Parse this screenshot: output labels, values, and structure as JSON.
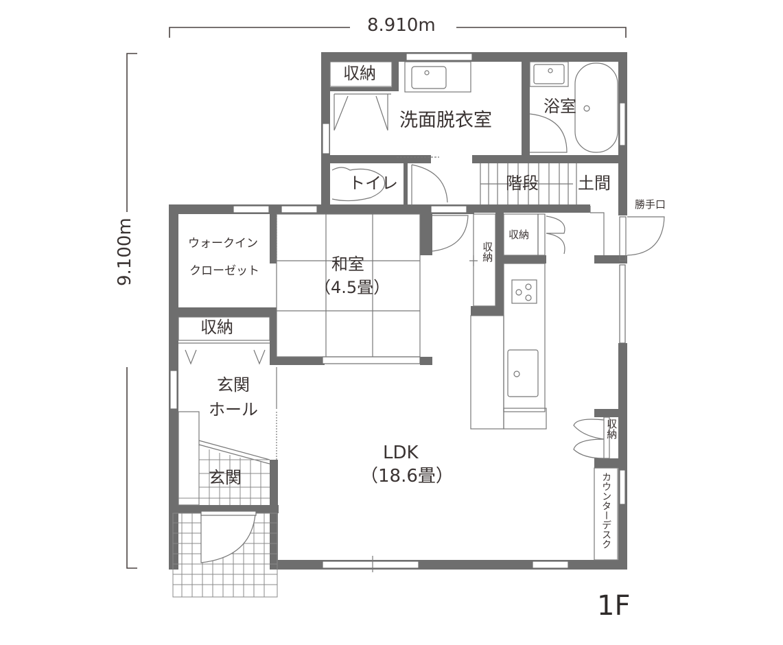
{
  "diagram": {
    "type": "floor-plan",
    "floor_label": "1F",
    "dimensions": {
      "width": "8.910m",
      "height": "9.100m"
    },
    "rooms": {
      "storage_top": "収納",
      "washroom": "洗面脱衣室",
      "bathroom": "浴室",
      "toilet": "トイレ",
      "stairs": "階段",
      "doma": "土間",
      "back_door": "勝手口",
      "walk_in_closet_line1": "ウォークイン",
      "walk_in_closet_line2": "クローゼット",
      "washitsu": "和室",
      "washitsu_size": "（4.5畳）",
      "storage_kitchen_small": "収納",
      "storage_kitchen_vertical": "収納",
      "storage_left": "収納",
      "entrance_hall_line1": "玄関",
      "entrance_hall_line2": "ホール",
      "entrance": "玄関",
      "ldk": "LDK",
      "ldk_size": "（18.6畳）",
      "storage_right": "収納",
      "counter_desk": "カウンターデスク"
    },
    "colors": {
      "wall": "#6e6e6e",
      "text": "#3a3332",
      "background": "#ffffff"
    }
  }
}
